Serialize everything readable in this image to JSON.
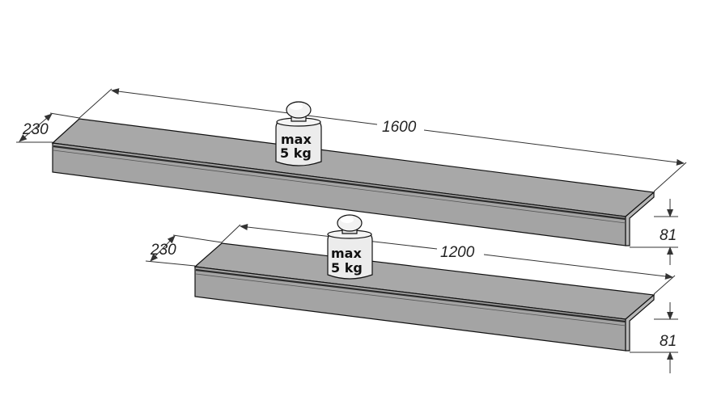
{
  "diagram": {
    "shelves": [
      {
        "name": "long-shelf",
        "length_label": "1600",
        "depth_label": "230",
        "height_label": "81",
        "weight": {
          "line1": "max",
          "line2": "5 kg"
        }
      },
      {
        "name": "short-shelf",
        "length_label": "1200",
        "depth_label": "230",
        "height_label": "81",
        "weight": {
          "line1": "max",
          "line2": "5 kg"
        }
      }
    ],
    "colors": {
      "top_face": "#a8a8a8",
      "front_face": "#a4a4a4",
      "edge": "#3a3a3a",
      "weight_fill": "#ececec",
      "line": "#333333"
    }
  }
}
